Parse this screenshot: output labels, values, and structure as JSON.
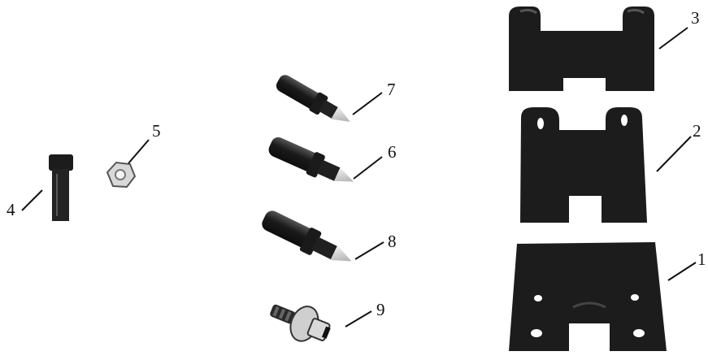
{
  "figure": {
    "callouts": {
      "c1": "1",
      "c2": "2",
      "c3": "3",
      "c4": "4",
      "c5": "5",
      "c6": "6",
      "c7": "7",
      "c8": "8",
      "c9": "9"
    }
  },
  "colors": {
    "part_fill": "#1c1c1c",
    "part_highlight": "#6e6e6e",
    "nut_fill": "#d8d8d8",
    "leader_line": "#111111"
  }
}
